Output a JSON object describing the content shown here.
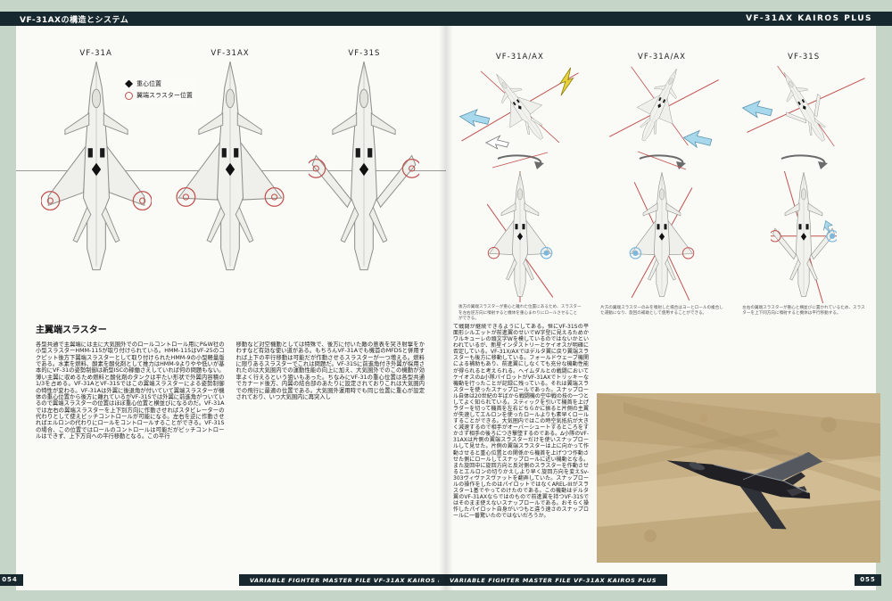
{
  "header": {
    "left_title": "VF-31AXの構造とシステム",
    "right_title": "VF-31AX KAIROS PLUS"
  },
  "left_page": {
    "page_number": "054",
    "legend": {
      "cg": "重心位置",
      "thruster": "翼端スラスター位置"
    },
    "diagram_labels": [
      "VF-31A",
      "VF-31AX",
      "VF-31S"
    ],
    "article": {
      "heading": "主翼端スラスター",
      "column1": "各型共通で主翼端には主に大気圏外でのロールコントロール用にP&W社の小型スラスターHMM-115が取り付けられている。HMM-115はVF-25のコクピット後方下翼端スラスターとして取り付けられたHMM-9の小型軽量版である。水素を燃料、酸素を酸化剤として推力はHMM-9よりやや低いが基本的にVF-31の姿勢制御は新型ISCの稼働さえしていれば何の問題もない。薄い主翼に収めるため燃料と酸化剤のタンクは平たい形状で外翼内容積の1/3を占める。VF-31AとVF-31Sではこの翼端スラスターによる姿勢制御の特性が変わる。VF-31Aは外翼に後退角が付いていて翼端スラスターが機体の重心位置から後方に離れているがVF-31Sでは外翼に前進角がついているので翼端スラスターの位置はほぼ重心位置と横並びになるのだ。VF-31Aでは左右の翼端スラスターを上下別方向に作動させればスタビレーターの代わりとして使えピッチコントロールが可能になる。左右を逆に作動させればエルロンの代わりにロールをコントロールすることができる。VF-31Sの場合、この位置ではロールのコントロールは可能だがピッチコントロールはできず、上下方向への平行移動となる。この平行",
      "column2": "移動など対空機動としては特殊で、後方に付いた敵の意表を突き射撃をかわすなど有効な使い道がある。もちろんVF-31Aでも機首のMFDSと併用すれば上下の平行移動は可能だが作動させるスラスターが一つ増える。燃料に限りあるスラスターでこれは問題だ。VF-31Sに前進角付き外翼が採用されたのは大気圏内での運動性能の向上に加え、大気圏外でのこの機動が効率よく行えるという狙いもあった。ちなみにVF-31の重心位置は各型共通でカナード後方、内翼の結合部のあたりに設定されておりこれは大気圏内での飛行に最適の位置である。大気圏外運用時でも同じ位置に重心が設定されており、いつ大気圏内に再突入し"
    }
  },
  "right_page": {
    "page_number": "055",
    "diagram_labels": [
      "VF-31A/AX",
      "VF-31A/AX",
      "VF-31S"
    ],
    "captions": [
      "後方の翼端スラスターが重心と離れた位置にあるため、スラスターを左右逆方向に噴射すると機体を重心まわりにロールさせることができる。",
      "片方の翼端スラスターのみを噴射した場合はヨーとロールの複合した運動になり、旋回の補助として使用することができる。",
      "左右の翼端スラスターが重心と横並びに置かれているため、スラスターを上下同方向に噴射すると機体は平行移動する。"
    ],
    "article_continued": "て戦闘が継続できるようにしてある。恒にVF-31Sの平面形シルエットが前進翼のせいでW字型に見えるためかワルキューレの頭文字Wを模しているのではないかといわれているが、新星インダストリーとケイオスが明確に否定している。VF-31X/AXではデルタ翼に戻り翼端スラスターも後方に移動している。フォールドウェーブ機関による補助もあり、前進翼にしなくても充分な機動性能が得られると考えられる。ヘイムダルとの戦闘においてケイオスのΔ小隊パイロットがVF-31AXでトリッキーな機動を行ったことが記録に残っている。それは翼端スラスターを使ったスナップロールであった。スナップロール自体は20世紀の半ばから戦闘機の空中戦の技の一つとしてよく知られている。スティックを引いて機首を上げラダーを切って機首を左右どちらかに振ると片側の主翼が失速してエルロンを使ったロールよりも素早くロールすることができる。大気圏内ではこの時空気抵抗が大きく減速するので相手がオーバーシュートするところをすかさず相手の後ろにつき撃墜するのである。Δ小隊のVF-31AXは片側の翼端スラスターだけを使いスナップロールして見せた。片側の翼端スラスターは上に向かって作動させると重心位置との関係から機首を上げつつ作動させた側にロールしてスナップロールに近い機動となる。また旋回中に旋回方向と反対側のスラスターを作動させるとエルロンの切りかえしより早く旋回方向を変えSv-303ヴィヴァスヴァットを翻弄していた。スナップロールの操作をしたのはパイロットではなくAREL-IIIがスラスター1基でやってのけたのである。この機動はデルタ翼のVF-31AXならではのもので前進翼を持つVF-31Sではそのまま使えないスナップロールである。おそらく操作したパイロット自身がいつもと違う速さのスナップロールに一番驚いたのではないだろうか。"
  },
  "footer": {
    "series_title": "VARIABLE FIGHTER MASTER FILE VF-31AX KAIROS PLUS"
  },
  "colors": {
    "background_green": "#c5d6c9",
    "bar_dark": "#17282e",
    "accent_red": "#c0504d",
    "arrow_yellow": "#e8d23a",
    "arrow_cyan": "#a8d8ec",
    "photo_sand": "#c8b086"
  }
}
